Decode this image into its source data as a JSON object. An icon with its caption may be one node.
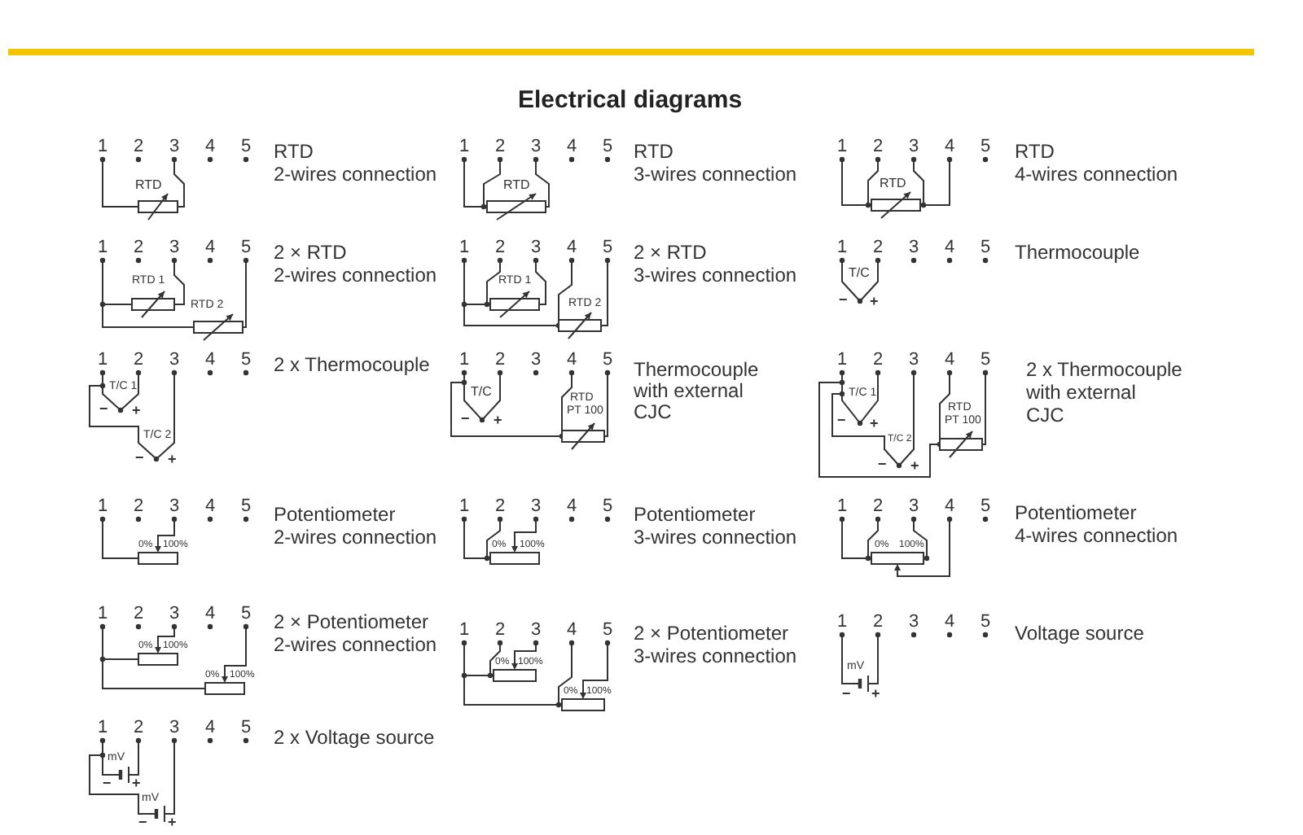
{
  "diagram": {
    "title": "Electrical diagrams",
    "labels": [
      "1",
      "2",
      "3",
      "4",
      "5",
      "RTD",
      "2-wires connection",
      "RTD",
      "1",
      "2",
      "3",
      "4",
      "5",
      "RTD",
      "3-wires connection",
      "RTD",
      "1",
      "2",
      "3",
      "4",
      "5",
      "RTD",
      "4-wires connection",
      "RTD",
      "1",
      "2",
      "3",
      "4",
      "5",
      "2 × RTD",
      "2-wires connection",
      "RTD 1",
      "RTD 2",
      "1",
      "2",
      "3",
      "4",
      "5",
      "2 × RTD",
      "3-wires connection",
      "RTD 1",
      "RTD 2",
      "1",
      "2",
      "3",
      "4",
      "5",
      "Thermocouple",
      "T/C",
      "−",
      "+",
      "1",
      "2",
      "3",
      "4",
      "5",
      "2 x Thermocouple",
      "T/C 1",
      "−",
      "+",
      "T/C 2",
      "−",
      "+",
      "1",
      "2",
      "3",
      "4",
      "5",
      "Thermocouple",
      "with external",
      "CJC",
      "T/C",
      "−",
      "+",
      "RTD",
      "PT 100",
      "1",
      "2",
      "3",
      "4",
      "5",
      "2 x Thermocouple",
      "with external",
      "CJC",
      "T/C 1",
      "−",
      "+",
      "T/C 2",
      "−",
      "+",
      "RTD",
      "PT 100",
      "1",
      "2",
      "3",
      "4",
      "5",
      "Potentiometer",
      "2-wires connection",
      "0%",
      "100%",
      "1",
      "2",
      "3",
      "4",
      "5",
      "Potentiometer",
      "3-wires connection",
      "0%",
      "100%",
      "1",
      "2",
      "3",
      "4",
      "5",
      "Potentiometer",
      "4-wires connection",
      "0%",
      "100%",
      "1",
      "2",
      "3",
      "4",
      "5",
      "2 × Potentiometer",
      "2-wires connection",
      "0%",
      "100%",
      "0%",
      "100%",
      "1",
      "2",
      "3",
      "4",
      "5",
      "2 × Potentiometer",
      "3-wires connection",
      "0%",
      "100%",
      "0%",
      "100%",
      "1",
      "2",
      "3",
      "4",
      "5",
      "Voltage source",
      "mV",
      "−",
      "+",
      "1",
      "2",
      "3",
      "4",
      "5",
      "2 x Voltage source",
      "mV",
      "−",
      "+",
      "mV",
      "−",
      "+"
    ]
  }
}
